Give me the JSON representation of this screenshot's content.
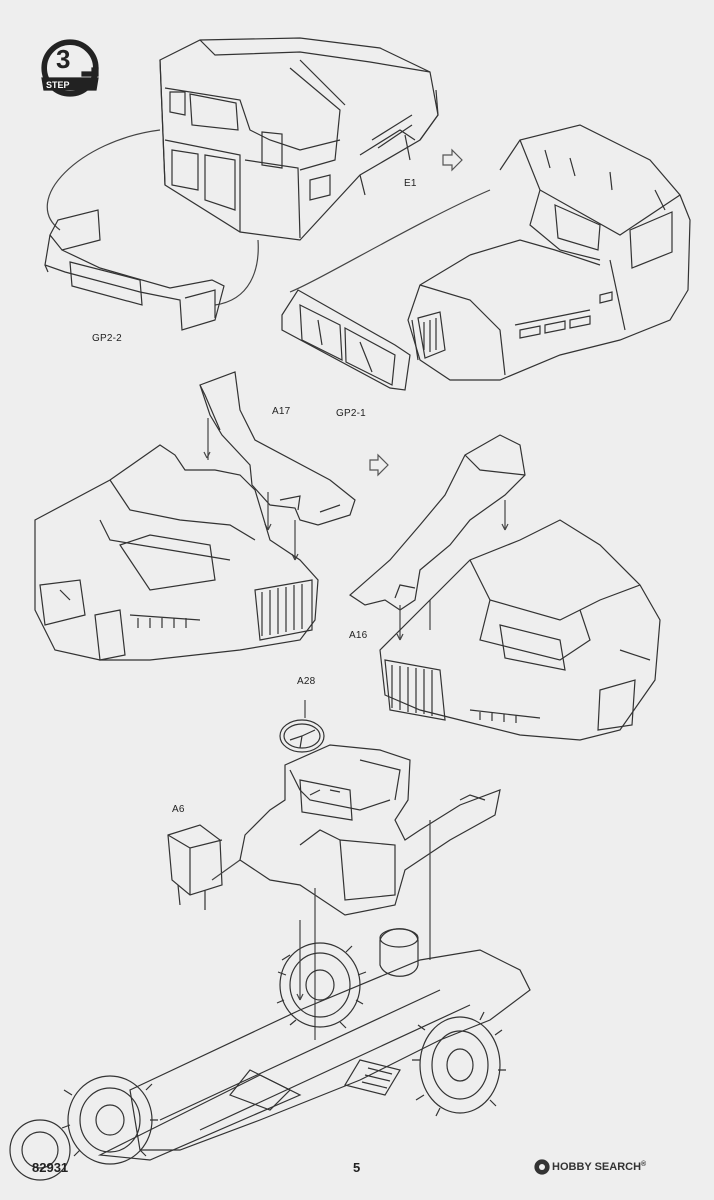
{
  "step": {
    "number": "3",
    "word": "STEP"
  },
  "parts": {
    "e1": "E1",
    "gp2_2": "GP2-2",
    "gp2_1": "GP2-1",
    "a17": "A17",
    "a16": "A16",
    "a28": "A28",
    "a6": "A6"
  },
  "footer": {
    "code": "82931",
    "page": "5"
  },
  "watermark": {
    "text": "HOBBY SEARCH",
    "mark": "®"
  }
}
